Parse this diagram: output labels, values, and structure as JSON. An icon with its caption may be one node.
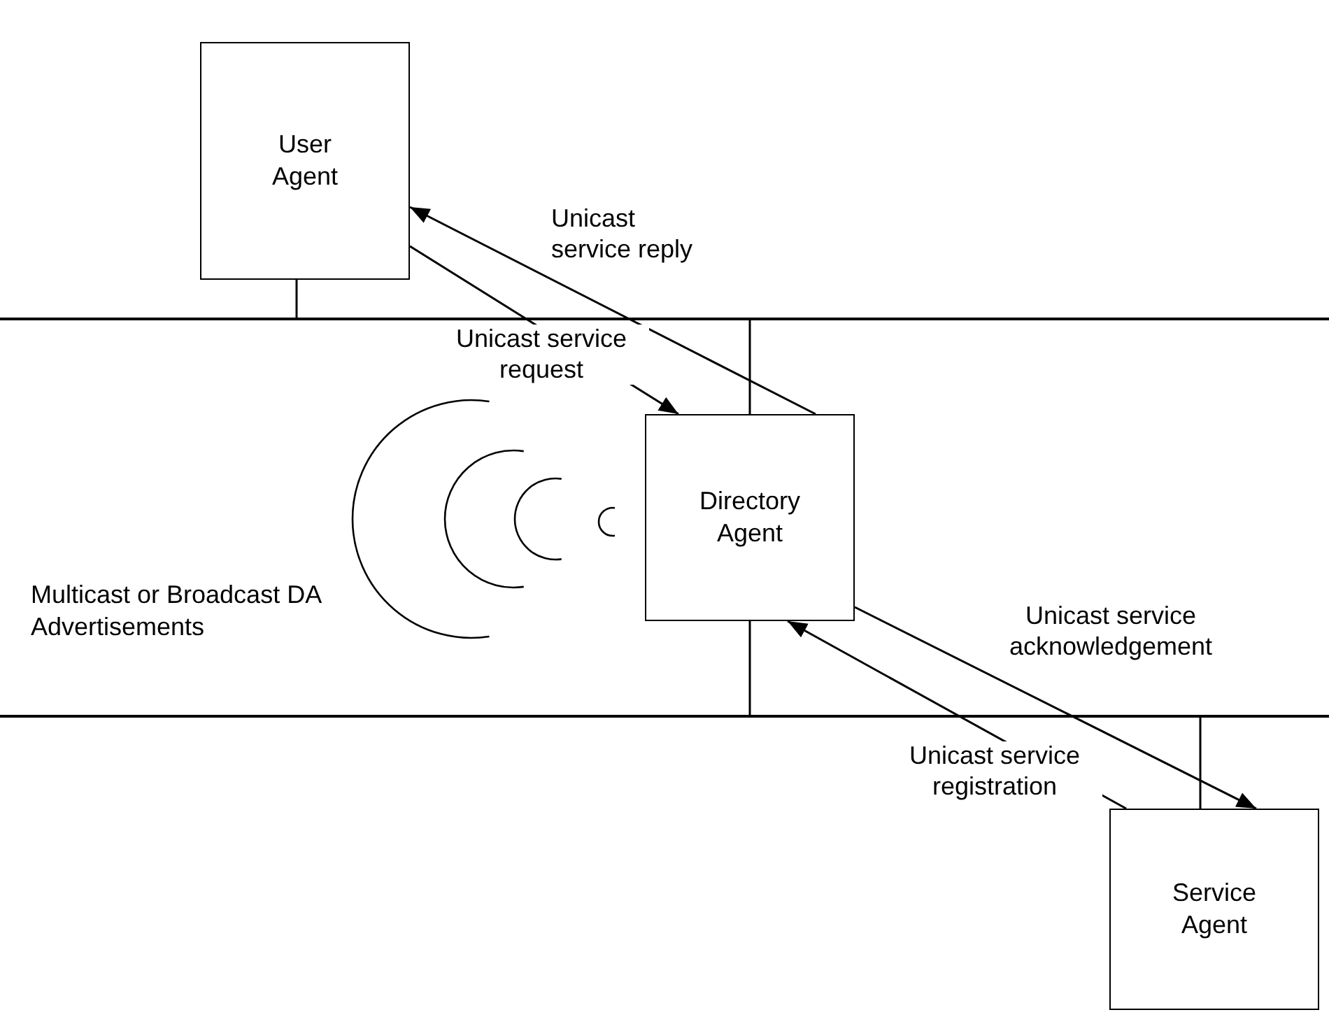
{
  "diagram": {
    "nodes": [
      {
        "text": [
          "User Agent"
        ]
      },
      {
        "text": [],
        "shape": "bar"
      },
      {
        "text": [
          "Directory Agent"
        ]
      },
      {
        "text": [],
        "shape": "bar"
      },
      {
        "text": [
          "Service Agent"
        ]
      }
    ],
    "edges": [
      {
        "from": 0,
        "to": 1,
        "arrow": "none"
      },
      {
        "from": 2,
        "to": 1,
        "arrow": "none"
      },
      {
        "from": 2,
        "to": 3,
        "arrow": "none"
      },
      {
        "from": 4,
        "to": 3,
        "arrow": "none"
      },
      {
        "from": 2,
        "to": 0,
        "arrow": "to",
        "label": "Unicast service reply"
      },
      {
        "from": 0,
        "to": 2,
        "arrow": "to",
        "label": "Unicast service request"
      },
      {
        "from": 2,
        "to": 4,
        "arrow": "to",
        "label": "Unicast service acknowledgement"
      },
      {
        "from": 4,
        "to": 2,
        "arrow": "to",
        "label": "Unicast service registration"
      }
    ],
    "labels": [
      "Multicast or Broadcast DA Advertisements"
    ]
  }
}
